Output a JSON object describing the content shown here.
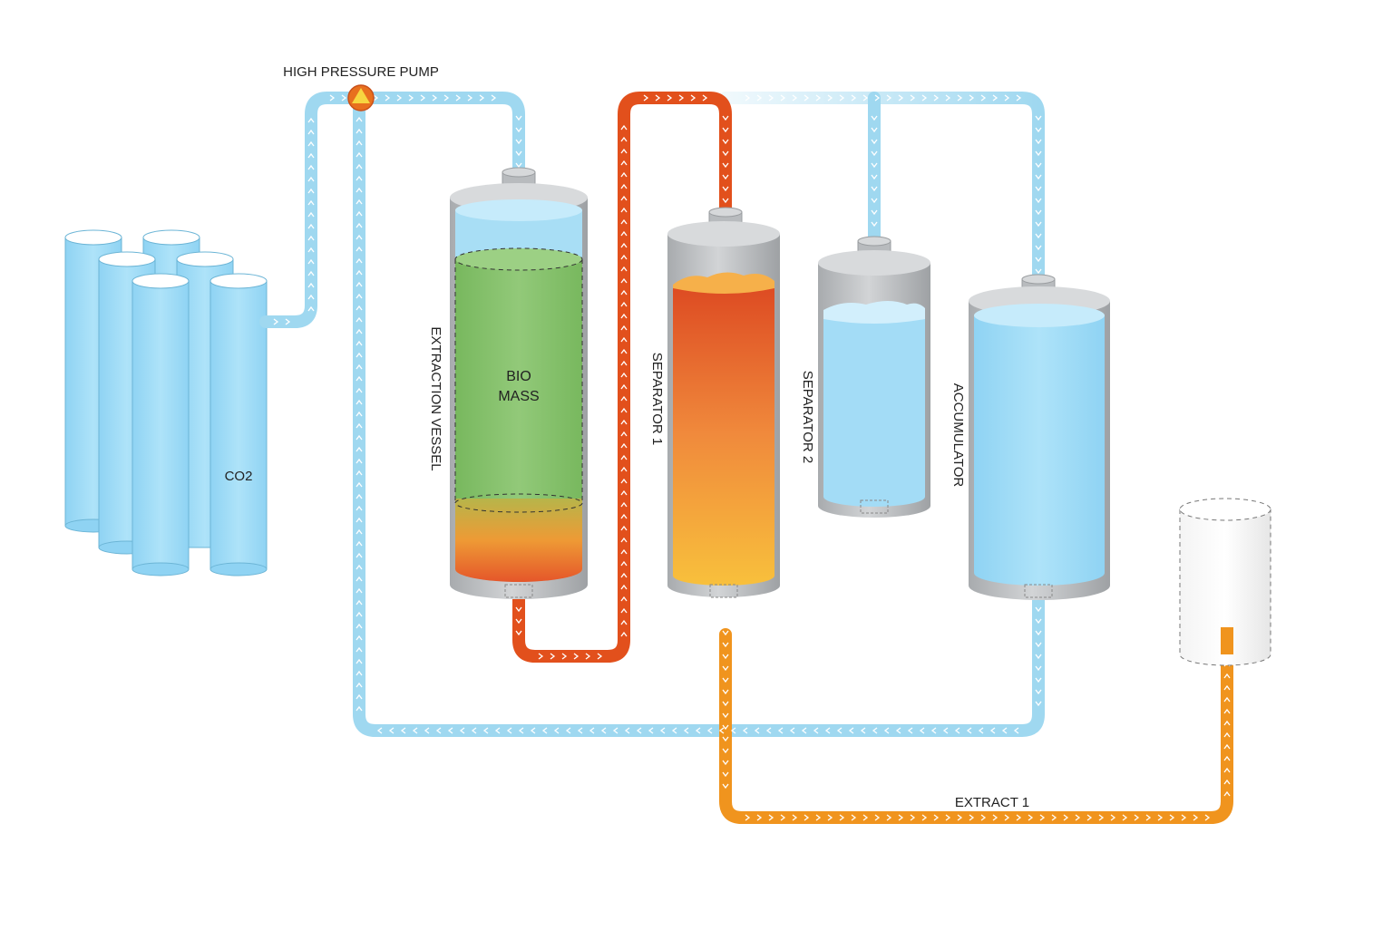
{
  "labels": {
    "pump": "HIGH PRESSURE PUMP",
    "co2": "CO2",
    "extraction_vessel": "EXTRACTION VESSEL",
    "biomass_line1": "BIO",
    "biomass_line2": "MASS",
    "separator1": "SEPARATOR 1",
    "separator2": "SEPARATOR 2",
    "accumulator": "ACCUMULATOR",
    "extract1": "EXTRACT 1"
  },
  "colors": {
    "co2_line": "#9fd8f0",
    "extract_line_dark": "#e2501c",
    "extract_line_light": "#f0941e",
    "vessel_shell": "#c6c8ca",
    "co2_fluid": "#9fdcf7",
    "biomass": "#86c36b",
    "pump": "#e05a20"
  },
  "icons": {
    "pump": "triangle-pump-icon",
    "flow_direction": "chevron-arrow-icon"
  }
}
